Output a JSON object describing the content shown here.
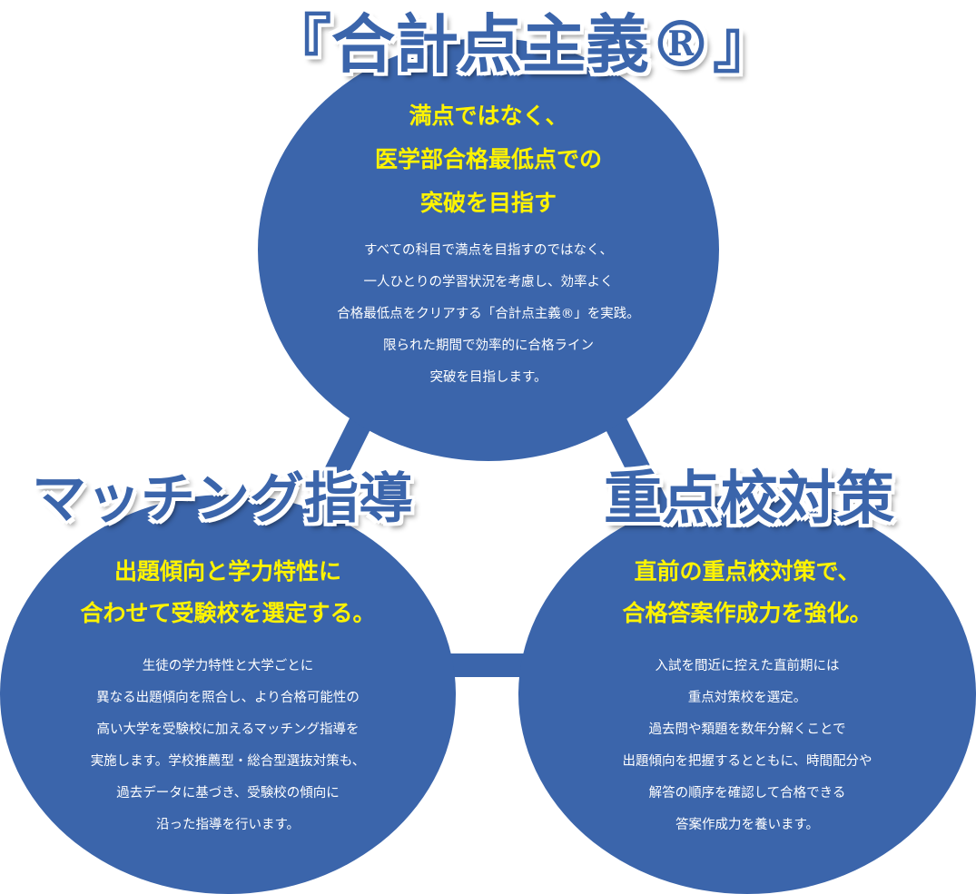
{
  "diagram": {
    "colors": {
      "circle": "#3b65ab",
      "tagline": "#fff300",
      "body_text": "#ffffff",
      "background": "#ffffff"
    },
    "top": {
      "title": "『合計点主義®』",
      "tagline": "満点ではなく、\n医学部合格最低点での\n突破を目指す",
      "body": "すべての科目で満点を目指すのではなく、\n一人ひとりの学習状況を考慮し、効率よく\n合格最低点をクリアする「合計点主義®」を実践。\n限られた期間で効率的に合格ライン\n突破を目指します。"
    },
    "left": {
      "title": "マッチング指導",
      "tagline": "出題傾向と学力特性に\n合わせて受験校を選定する。",
      "body": "生徒の学力特性と大学ごとに\n異なる出題傾向を照合し、より合格可能性の\n高い大学を受験校に加えるマッチング指導を\n実施します。学校推薦型・総合型選抜対策も、\n過去データに基づき、受験校の傾向に\n沿った指導を行います。"
    },
    "right": {
      "title": "重点校対策",
      "tagline": "直前の重点校対策で、\n合格答案作成力を強化。",
      "body": "入試を間近に控えた直前期には\n重点対策校を選定。\n過去問や類題を数年分解くことで\n出題傾向を把握するとともに、時間配分や\n解答の順序を確認して合格できる\n答案作成力を養います。"
    }
  }
}
